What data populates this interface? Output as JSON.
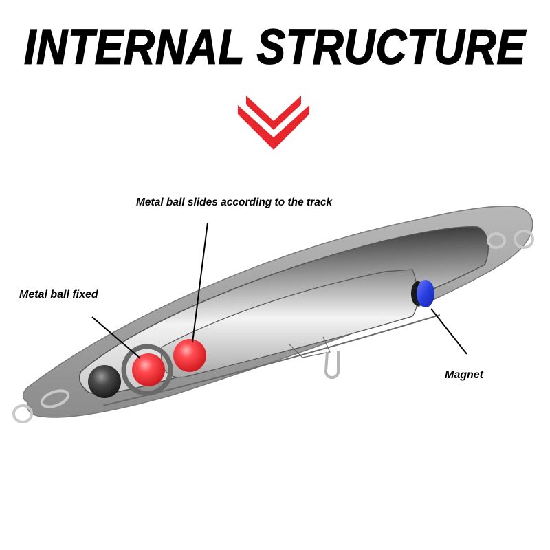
{
  "title": "INTERNAL STRUCTURE",
  "arrow_icon": "double-chevron-down",
  "colors": {
    "title": "#000000",
    "chevron": "#e8262b",
    "metal_ball_red": "#ef3338",
    "fixed_ball_dark": "#3a3a3a",
    "magnet": "#2a3de0",
    "body_gray": "#9a9a9a"
  },
  "labels": {
    "track": "Metal ball slides according to the track",
    "fixed": "Metal ball fixed",
    "magnet": "Magnet"
  }
}
